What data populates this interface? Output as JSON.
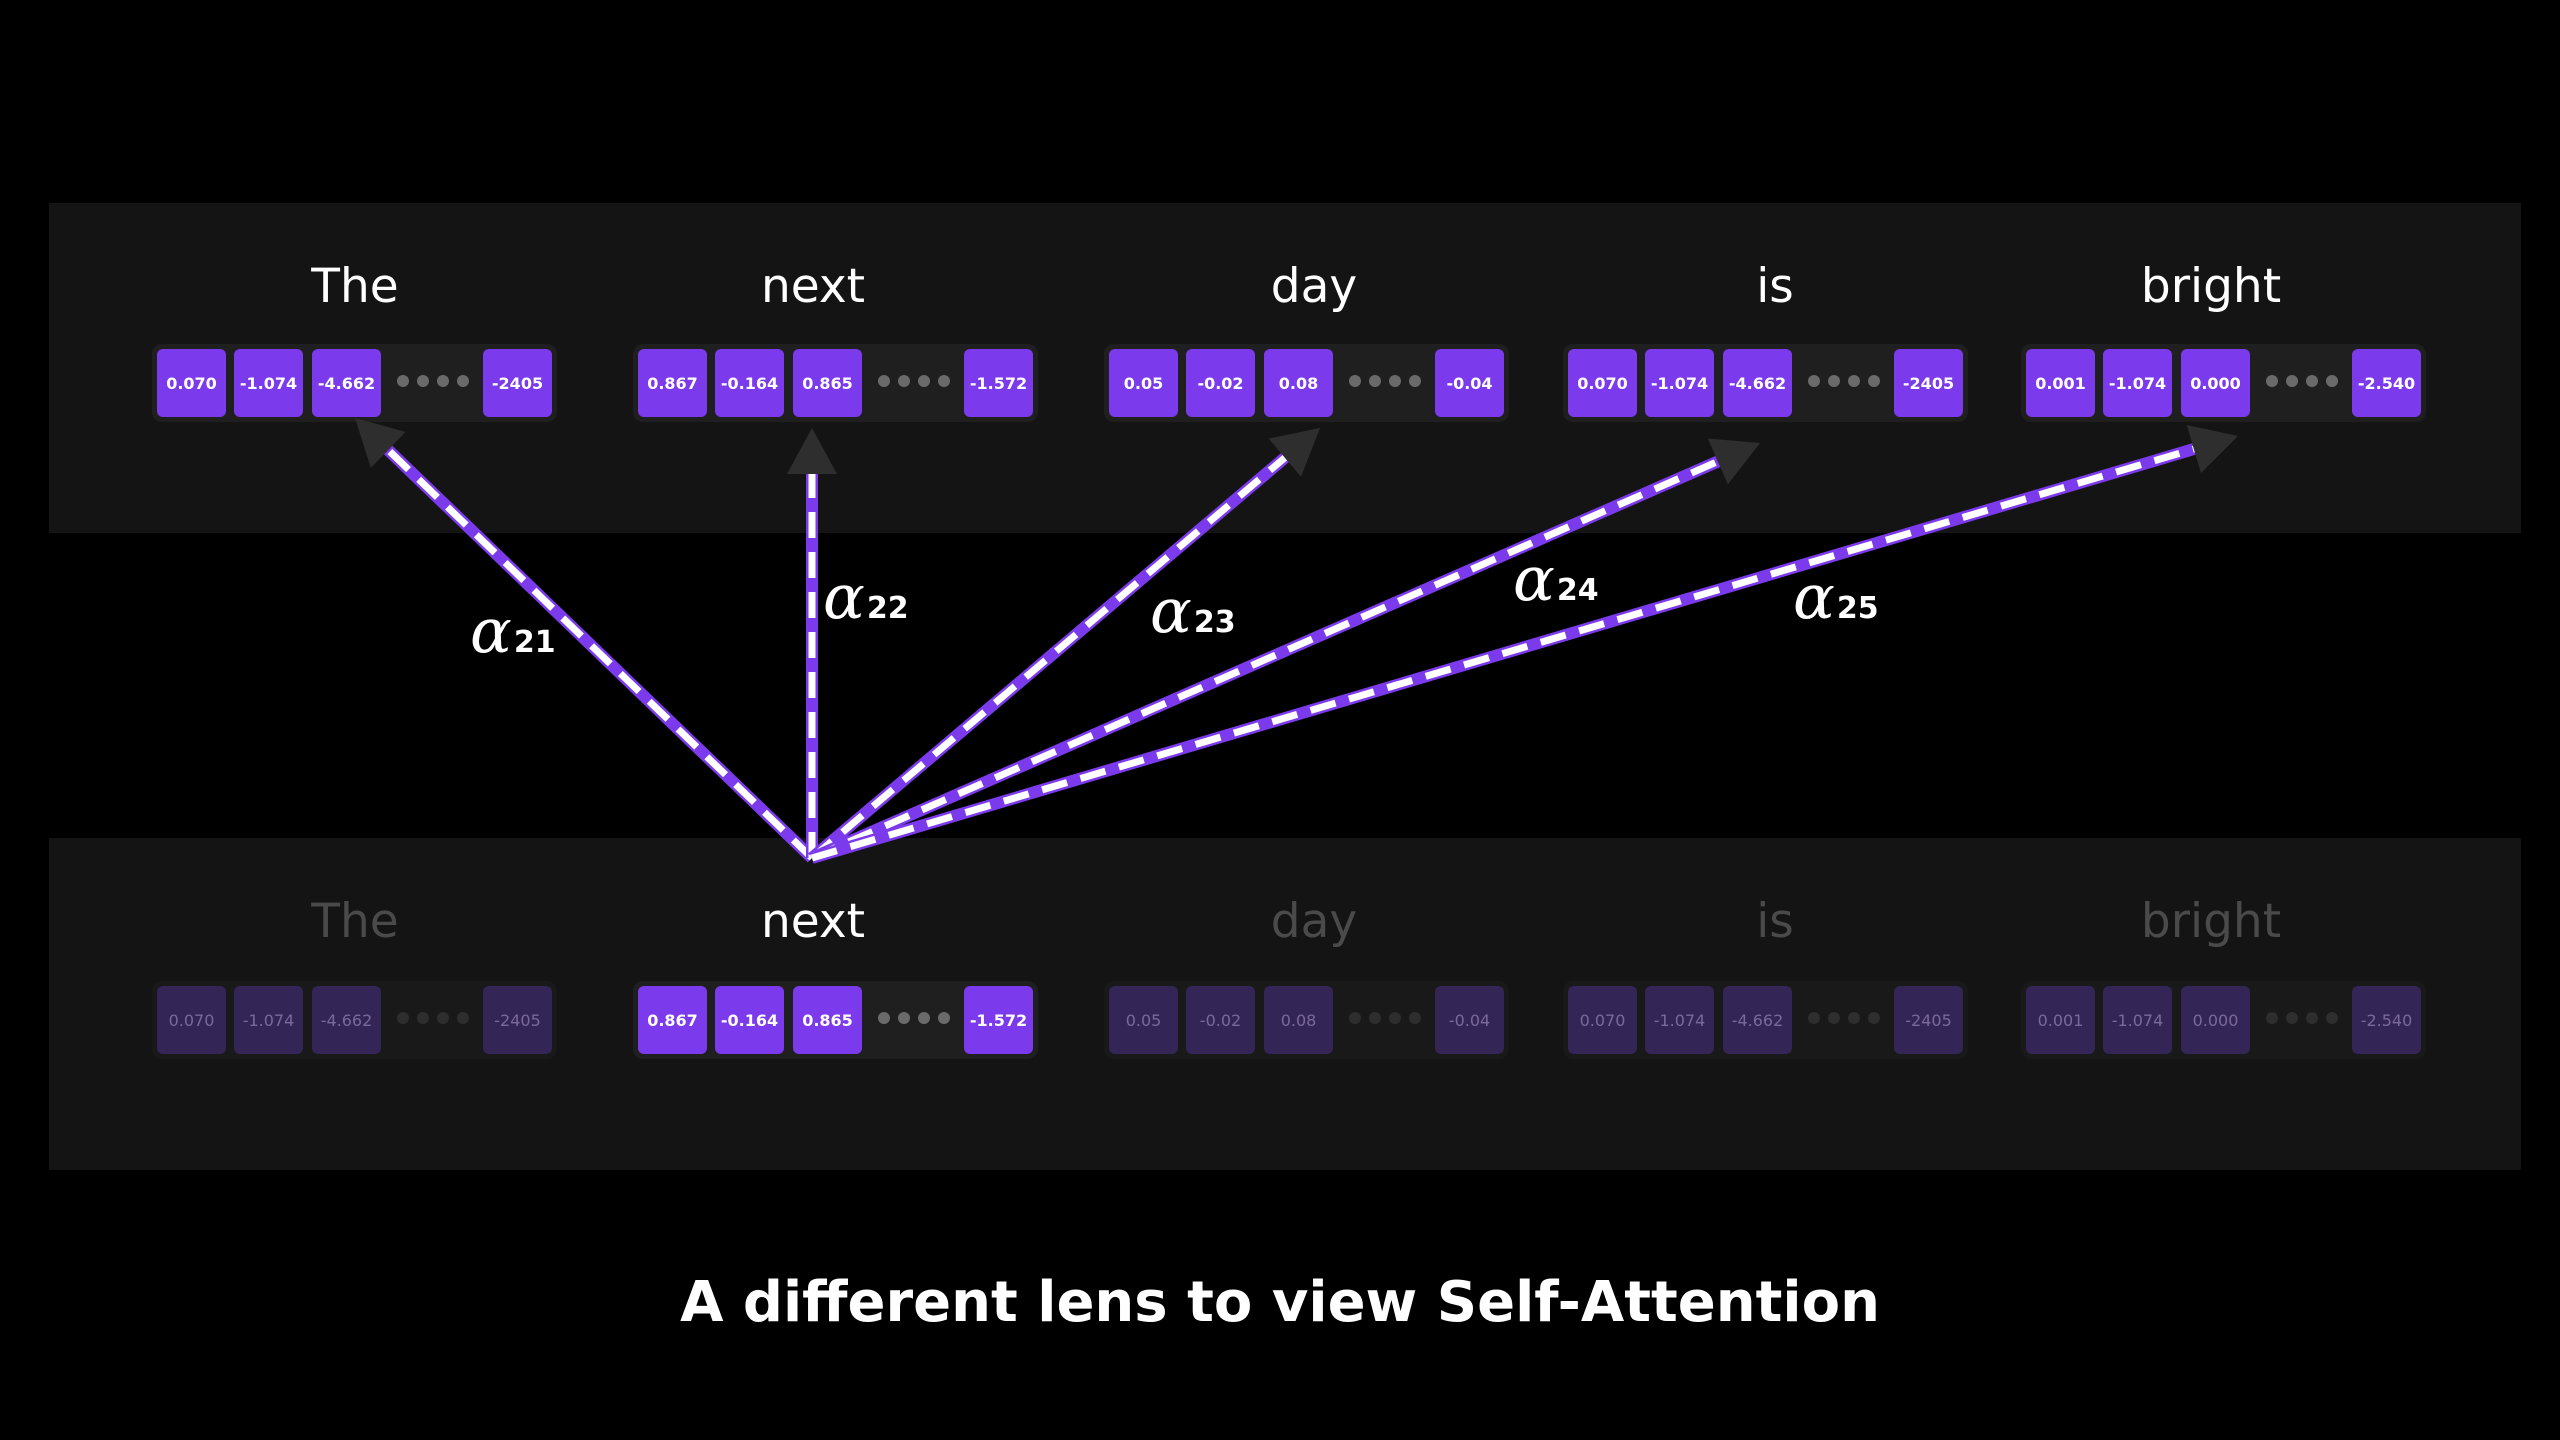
{
  "top_row": [
    {
      "word": "The",
      "values": [
        "0.070",
        "-1.074",
        "-4.662",
        "-2405"
      ]
    },
    {
      "word": "next",
      "values": [
        "0.867",
        "-0.164",
        "0.865",
        "-1.572"
      ]
    },
    {
      "word": "day",
      "values": [
        "0.05",
        "-0.02",
        "0.08",
        "-0.04"
      ]
    },
    {
      "word": "is",
      "values": [
        "0.070",
        "-1.074",
        "-4.662",
        "-2405"
      ]
    },
    {
      "word": "bright",
      "values": [
        "0.001",
        "-1.074",
        "0.000",
        "-2.540"
      ]
    }
  ],
  "bottom_row": [
    {
      "word": "The",
      "values": [
        "0.070",
        "-1.074",
        "-4.662",
        "-2405"
      ],
      "highlighted": false
    },
    {
      "word": "next",
      "values": [
        "0.867",
        "-0.164",
        "0.865",
        "-1.572"
      ],
      "highlighted": true
    },
    {
      "word": "day",
      "values": [
        "0.05",
        "-0.02",
        "0.08",
        "-0.04"
      ],
      "highlighted": false
    },
    {
      "word": "is",
      "values": [
        "0.070",
        "-1.074",
        "-4.662",
        "-2405"
      ],
      "highlighted": false
    },
    {
      "word": "bright",
      "values": [
        "0.001",
        "-1.074",
        "0.000",
        "-2.540"
      ],
      "highlighted": false
    }
  ],
  "attention_labels": [
    {
      "symbol": "α",
      "subscript": "21"
    },
    {
      "symbol": "α",
      "subscript": "22"
    },
    {
      "symbol": "α",
      "subscript": "23"
    },
    {
      "symbol": "α",
      "subscript": "24"
    },
    {
      "symbol": "α",
      "subscript": "25"
    }
  ],
  "colors": {
    "accent": "#7c3aed",
    "dash": "#ffffff",
    "arrowhead": "#2e2e2e",
    "background": "#000000",
    "panel": "#141414"
  },
  "caption": "A different lens to view Self-Attention"
}
